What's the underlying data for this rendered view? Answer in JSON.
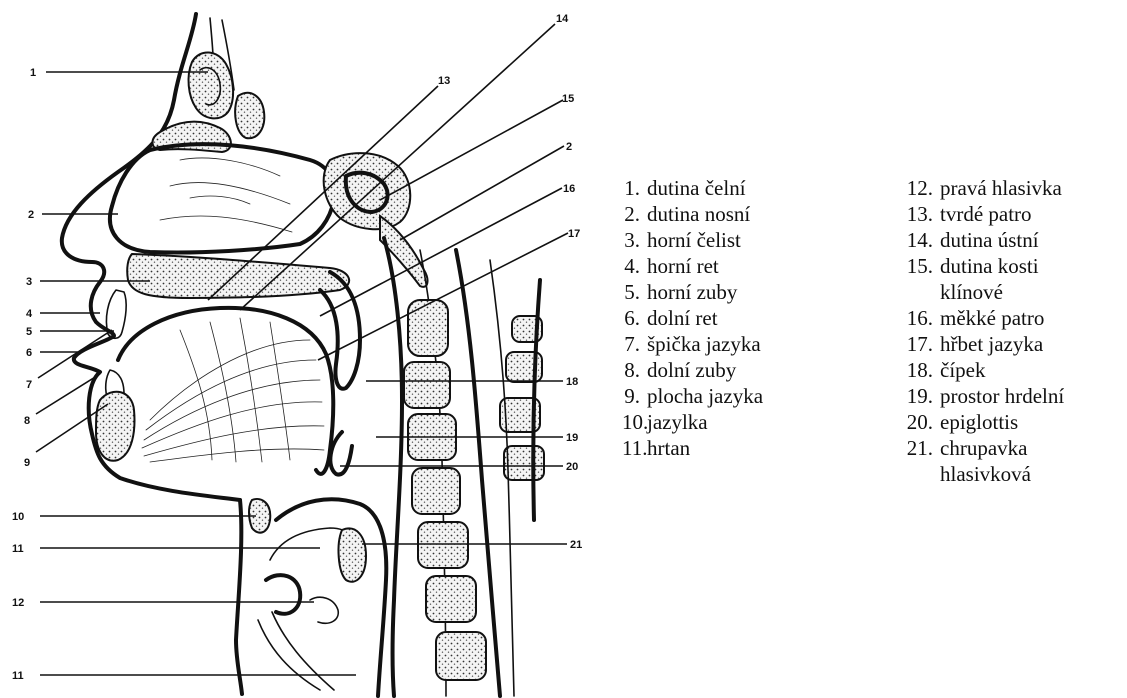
{
  "figure": {
    "callouts": [
      {
        "id": "c1",
        "text": "1"
      },
      {
        "id": "c2a",
        "text": "2"
      },
      {
        "id": "c2b",
        "text": "2"
      },
      {
        "id": "c3",
        "text": "3"
      },
      {
        "id": "c4",
        "text": "4"
      },
      {
        "id": "c5",
        "text": "5"
      },
      {
        "id": "c6",
        "text": "6"
      },
      {
        "id": "c7",
        "text": "7"
      },
      {
        "id": "c8",
        "text": "8"
      },
      {
        "id": "c9",
        "text": "9"
      },
      {
        "id": "c10",
        "text": "10"
      },
      {
        "id": "c11a",
        "text": "11"
      },
      {
        "id": "c11b",
        "text": "11"
      },
      {
        "id": "c12",
        "text": "12"
      },
      {
        "id": "c13",
        "text": "13"
      },
      {
        "id": "c14",
        "text": "14"
      },
      {
        "id": "c15",
        "text": "15"
      },
      {
        "id": "c16",
        "text": "16"
      },
      {
        "id": "c17",
        "text": "17"
      },
      {
        "id": "c18",
        "text": "18"
      },
      {
        "id": "c19",
        "text": "19"
      },
      {
        "id": "c20",
        "text": "20"
      },
      {
        "id": "c21",
        "text": "21"
      }
    ]
  },
  "legend": {
    "left": [
      {
        "n": "1.",
        "t": "dutina čelní"
      },
      {
        "n": "2.",
        "t": "dutina nosní"
      },
      {
        "n": "3.",
        "t": "horní čelist"
      },
      {
        "n": "4.",
        "t": "horní ret"
      },
      {
        "n": "5.",
        "t": "horní zuby"
      },
      {
        "n": "6.",
        "t": "dolní ret"
      },
      {
        "n": "7.",
        "t": "špička jazyka"
      },
      {
        "n": "8.",
        "t": "dolní zuby"
      },
      {
        "n": "9.",
        "t": "plocha jazyka"
      },
      {
        "n": "10.",
        "t": "jazylka"
      },
      {
        "n": "11.",
        "t": "hrtan"
      }
    ],
    "right": [
      {
        "n": "12.",
        "t": "pravá hlasivka"
      },
      {
        "n": "13.",
        "t": "tvrdé patro"
      },
      {
        "n": "14.",
        "t": "dutina ústní"
      },
      {
        "n": "15.",
        "t": "dutina kosti"
      },
      {
        "n": "",
        "t": "klínové"
      },
      {
        "n": "16.",
        "t": "měkké patro"
      },
      {
        "n": "17.",
        "t": "hřbet jazyka"
      },
      {
        "n": "18.",
        "t": "čípek"
      },
      {
        "n": "19.",
        "t": "prostor hrdelní"
      },
      {
        "n": "20.",
        "t": "epiglottis"
      },
      {
        "n": "21.",
        "t": "chrupavka"
      },
      {
        "n": "",
        "t": "hlasivková"
      }
    ]
  }
}
